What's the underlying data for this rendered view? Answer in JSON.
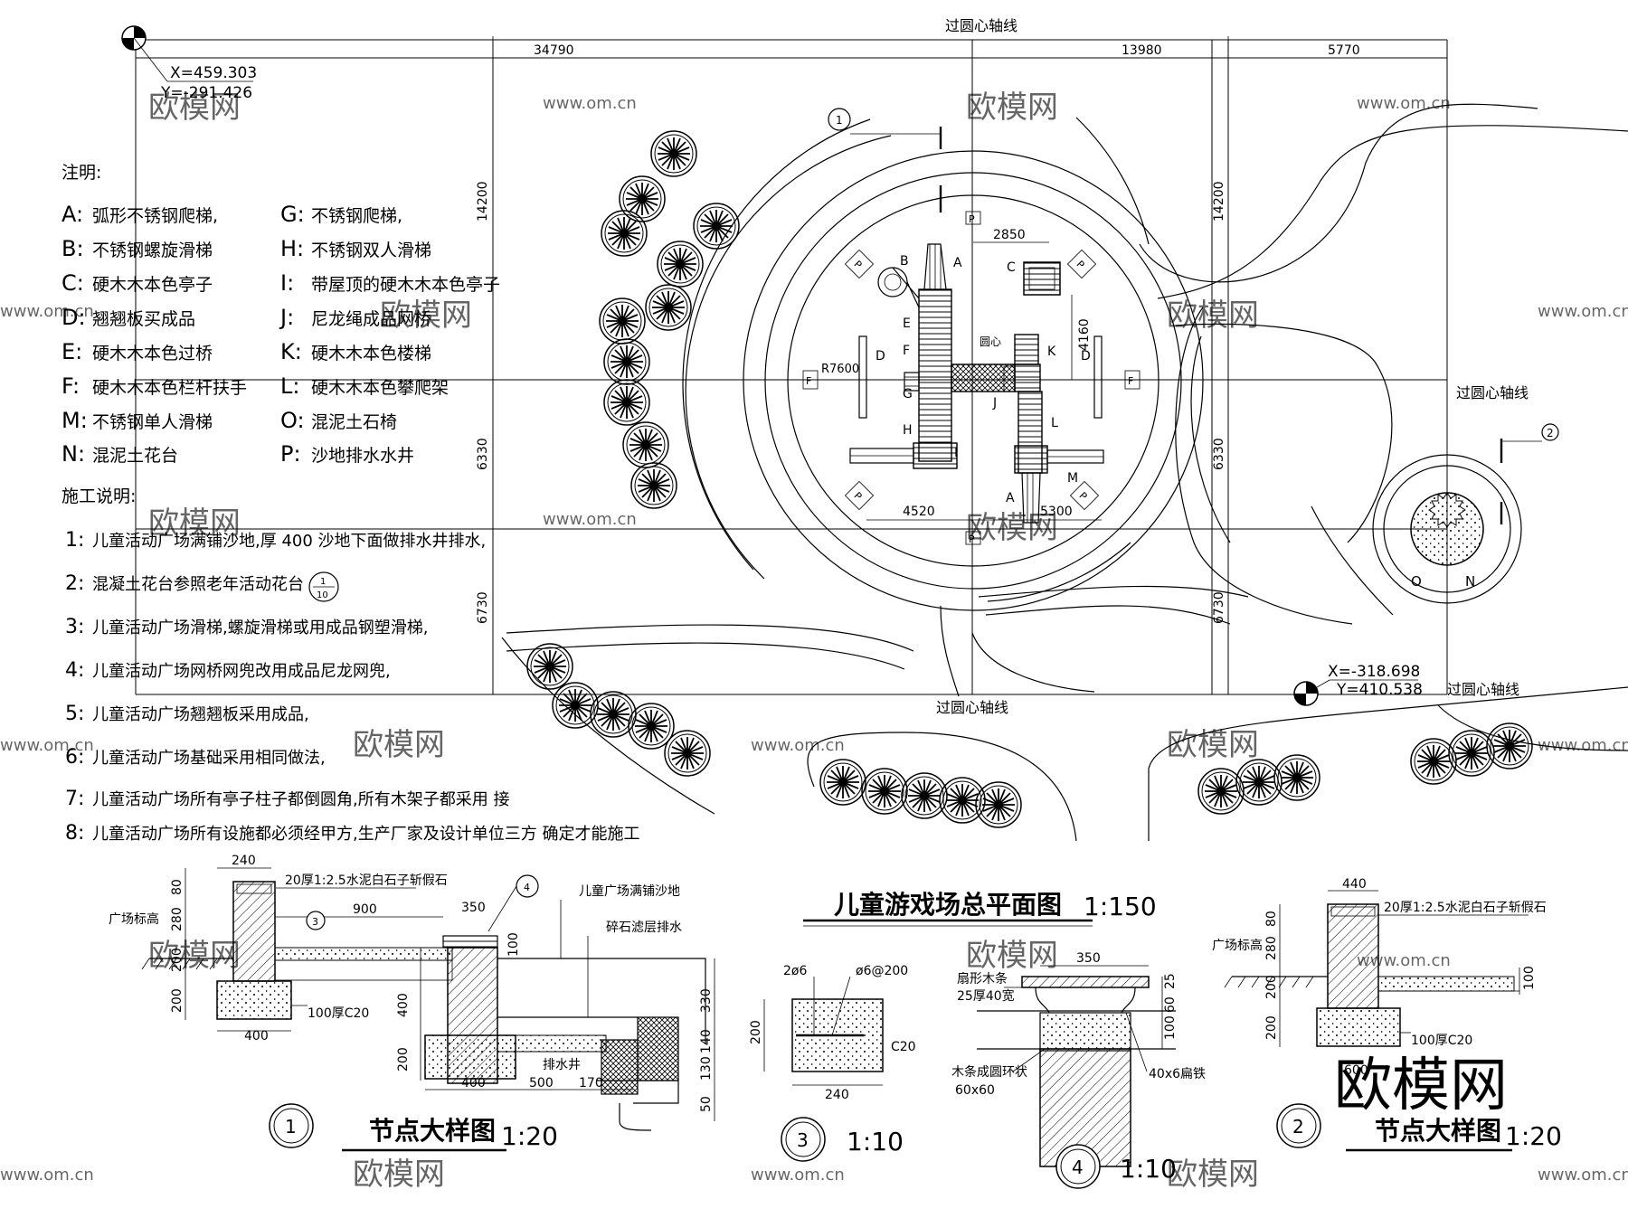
{
  "coords": {
    "top_left": {
      "x": "X=459.303",
      "y": "Y=-291.426"
    },
    "bottom_right": {
      "x": "X=-318.698",
      "y": "Y=410.538"
    }
  },
  "axis_labels": {
    "top": "过圆心轴线",
    "right_mid": "过圆心轴线",
    "bottom": "过圆心轴线",
    "right_bottom": "过圆心轴线"
  },
  "dims_top": [
    "34790",
    "13980",
    "5770"
  ],
  "dims_left": [
    "14200",
    "6330",
    "6730"
  ],
  "dims_right": [
    "14200",
    "6330",
    "6730"
  ],
  "plan_dims": {
    "d2850": "2850",
    "d4160": "4160",
    "d4520": "4520",
    "d5300": "5300",
    "r": "R7600",
    "center": "圆心"
  },
  "notes_title": "注明:",
  "notes": [
    {
      "k": "A:",
      "t": "弧形不锈钢爬梯,"
    },
    {
      "k": "B:",
      "t": "不锈钢螺旋滑梯"
    },
    {
      "k": "C:",
      "t": "硬木木本色亭子"
    },
    {
      "k": "D:",
      "t": "翘翘板买成品"
    },
    {
      "k": "E:",
      "t": "硬木木本色过桥"
    },
    {
      "k": "F:",
      "t": "硬木木本色栏杆扶手"
    },
    {
      "k": "M:",
      "t": "不锈钢单人滑梯"
    },
    {
      "k": "N:",
      "t": "混泥土花台"
    },
    {
      "k": "G:",
      "t": "不锈钢爬梯,"
    },
    {
      "k": "H:",
      "t": "不锈钢双人滑梯"
    },
    {
      "k": "I:",
      "t": "带屋顶的硬木木本色亭子"
    },
    {
      "k": "J:",
      "t": "尼龙绳成品网桥"
    },
    {
      "k": "K:",
      "t": "硬木木本色楼梯"
    },
    {
      "k": "L:",
      "t": "硬木木本色攀爬架"
    },
    {
      "k": "O:",
      "t": "混泥土石椅"
    },
    {
      "k": "P:",
      "t": "沙地排水水井"
    }
  ],
  "construction_title": "施工说明:",
  "construction": [
    {
      "n": "1:",
      "t": "儿童活动广场满铺沙地,厚   400 沙地下面做排水井排水,"
    },
    {
      "n": "2:",
      "t": "混凝土花台参照老年活动花台"
    },
    {
      "n": "3:",
      "t": "儿童活动广场滑梯,螺旋滑梯或用成品钢塑滑梯,"
    },
    {
      "n": "4:",
      "t": "儿童活动广场网桥网兜改用成品尼龙网兜,"
    },
    {
      "n": "5:",
      "t": "儿童活动广场翘翘板采用成品,"
    },
    {
      "n": "6:",
      "t": "儿童活动广场基础采用相同做法,"
    },
    {
      "n": "7:",
      "t": "儿童活动广场所有亭子柱子都倒圆角,所有木架子都采用   接"
    },
    {
      "n": "8:",
      "t": "儿童活动广场所有设施都必须经甲方,生产厂家及设计单位三方        确定才能施工"
    }
  ],
  "ref2": {
    "num": "1",
    "den": "10"
  },
  "main_title": "儿童游戏场总平面图",
  "main_scale": "1:150",
  "detail1": {
    "num": "1",
    "title": "节点大样图",
    "scale": "1:20",
    "texts": {
      "w240": "240",
      "layer": "20厚1:2.5水泥白石子斩假石",
      "plaza": "广场标高",
      "d80": "80",
      "d280": "280",
      "d200a": "200",
      "d200b": "200",
      "d400": "400",
      "c20": "100厚C20",
      "d900": "900",
      "d350": "350",
      "d100": "100",
      "sand": "儿童广场满铺沙地",
      "gravel": "碎石滤层排水",
      "d400b": "400",
      "d200c": "200",
      "d330": "330",
      "d140": "140",
      "d130": "130",
      "d50": "50",
      "d400c": "400",
      "d500": "500",
      "d170": "170",
      "well": "排水井",
      "tag3": "3",
      "tag4": "4"
    }
  },
  "detail3": {
    "num": "3",
    "scale": "1:10",
    "texts": {
      "bar": "2ø6",
      "stir": "ø6@200",
      "h200": "200",
      "w240": "240",
      "c20": "C20"
    }
  },
  "detail4": {
    "num": "4",
    "scale": "1:10",
    "texts": {
      "w350": "350",
      "strip": "扇形木条",
      "strip2": "25厚40宽",
      "d25": "25",
      "d60": "60",
      "d100": "100",
      "ring": "木条成圆环状",
      "ring2": "60x60",
      "iron": "40x6扁铁"
    }
  },
  "detail2": {
    "num": "2",
    "title": "节点大样图",
    "scale": "1:20",
    "texts": {
      "w440": "440",
      "layer": "20厚1:2.5水泥白石子斩假石",
      "plaza": "广场标高",
      "d80": "80",
      "d280": "280",
      "d200": "200",
      "d200b": "200",
      "d100": "100",
      "c20": "100厚C20",
      "d600": "600"
    }
  },
  "plan_tags": {
    "t1": "1",
    "t2": "2"
  },
  "watermark": {
    "brand": "欧模网",
    "site": "www.om.cn"
  }
}
